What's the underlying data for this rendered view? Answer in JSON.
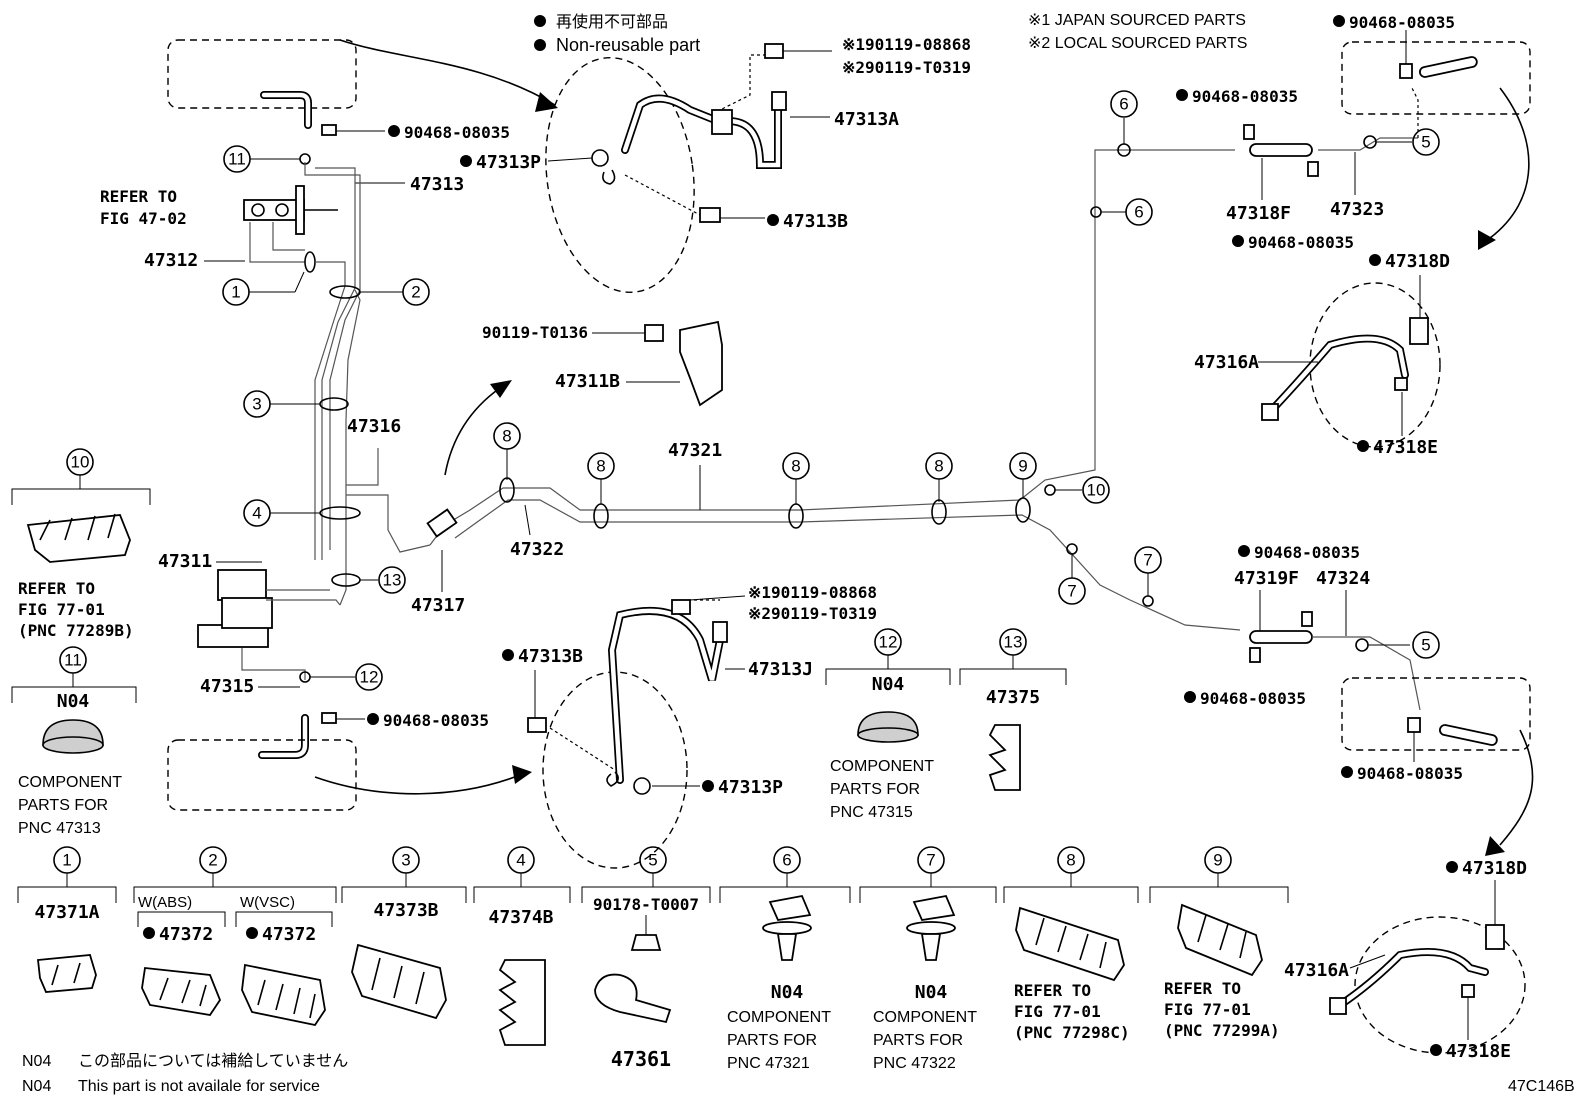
{
  "legend": {
    "nonreusable_jp": "再使用不可部品",
    "nonreusable_en": "Non-reusable part",
    "note1": "※1 JAPAN SOURCED PARTS",
    "note2": "※2 LOCAL SOURCED PARTS"
  },
  "labels": {
    "p47313": "47313",
    "p47313P": "47313P",
    "p47313A": "47313A",
    "p47313B": "47313B",
    "p47313B_2": "47313B",
    "p47313P_2": "47313P",
    "p47313J": "47313J",
    "p47312": "47312",
    "p47316": "47316",
    "p47311": "47311",
    "p47315": "47315",
    "p47317": "47317",
    "p47322": "47322",
    "p47321": "47321",
    "p47311B": "47311B",
    "p90119T0136": "90119-T0136",
    "p47318F": "47318F",
    "p47323": "47323",
    "p47319F": "47319F",
    "p47324": "47324",
    "p47316A": "47316A",
    "p47316A_2": "47316A",
    "p47318D": "47318D",
    "p47318D_2": "47318D",
    "p47318E": "47318E",
    "p47318E_2": "47318E",
    "clip": "90468-08035",
    "ref1_a": "※190119-08868",
    "ref1_b": "※290119-T0319",
    "ref2_a": "※190119-08868",
    "ref2_b": "※290119-T0319",
    "refer_fig_4702": "REFER TO",
    "refer_fig_4702b": "FIG 47-02",
    "diagram_code": "47C146B"
  },
  "boxes": {
    "b10": {
      "num": "10",
      "lines": [
        "REFER TO",
        "FIG 77-01",
        "(PNC 77289B)"
      ]
    },
    "b11": {
      "num": "11",
      "code": "N04",
      "lines": [
        "COMPONENT",
        "PARTS FOR",
        "PNC 47313"
      ]
    },
    "b12": {
      "num": "12",
      "code": "N04",
      "lines": [
        "COMPONENT",
        "PARTS FOR",
        "PNC 47315"
      ]
    },
    "b13": {
      "num": "13",
      "part": "47375"
    },
    "b1": {
      "num": "1",
      "part": "47371A"
    },
    "b2": {
      "num": "2",
      "w1": "W(ABS)",
      "w2": "W(VSC)",
      "part1": "47372",
      "part2": "47372"
    },
    "b3": {
      "num": "3",
      "part": "47373B"
    },
    "b4": {
      "num": "4",
      "part": "47374B"
    },
    "b5": {
      "num": "5",
      "part_top": "90178-T0007",
      "part": "47361"
    },
    "b6": {
      "num": "6",
      "code": "N04",
      "lines": [
        "COMPONENT",
        "PARTS FOR",
        "PNC 47321"
      ]
    },
    "b7": {
      "num": "7",
      "code": "N04",
      "lines": [
        "COMPONENT",
        "PARTS FOR",
        "PNC 47322"
      ]
    },
    "b8": {
      "num": "8",
      "lines": [
        "REFER TO",
        "FIG 77-01",
        "(PNC 77298C)"
      ]
    },
    "b9": {
      "num": "9",
      "lines": [
        "REFER TO",
        "FIG 77-01",
        "(PNC 77299A)"
      ]
    }
  },
  "callouts": [
    "11",
    "1",
    "2",
    "3",
    "4",
    "13",
    "12",
    "8",
    "8",
    "8",
    "8",
    "9",
    "10",
    "6",
    "6",
    "5",
    "7",
    "7",
    "5"
  ],
  "footnotes": [
    {
      "code": "N04",
      "text": "この部品については補給していません"
    },
    {
      "code": "N04",
      "text": "This part is not availale for service"
    }
  ]
}
